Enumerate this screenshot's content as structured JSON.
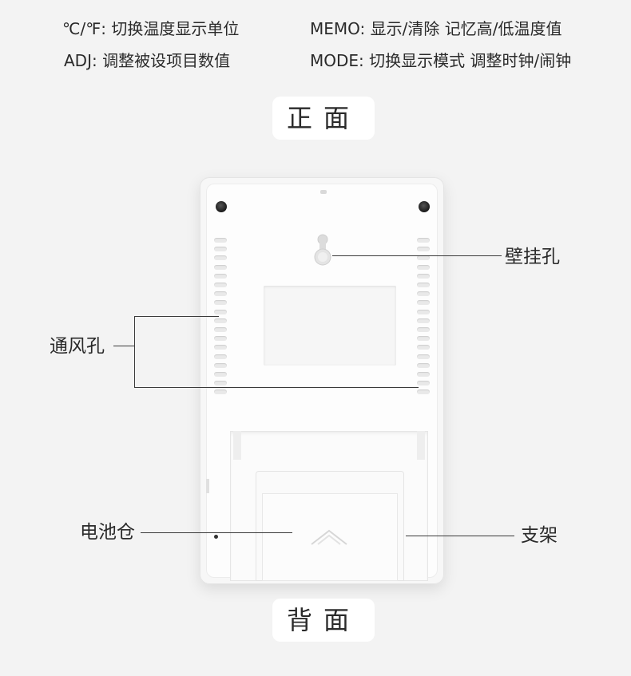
{
  "legend": {
    "row1": [
      {
        "key": "℃/℉:",
        "desc": "切换温度显示单位"
      },
      {
        "key": "MEMO:",
        "desc": "显示/清除 记忆高/低温度值"
      }
    ],
    "row2": [
      {
        "key": "ADJ:",
        "desc": "调整被设项目数值"
      },
      {
        "key": "MODE:",
        "desc": "切换显示模式 调整时钟/闹钟"
      }
    ]
  },
  "views": {
    "front": "正面",
    "back": "背面"
  },
  "callouts": {
    "wall_hook": "壁挂孔",
    "vents": "通风孔",
    "battery": "电池仓",
    "stand": "支架"
  },
  "colors": {
    "background": "#f3f3f3",
    "device": "#fdfdfd",
    "text": "#2a2a2a"
  }
}
